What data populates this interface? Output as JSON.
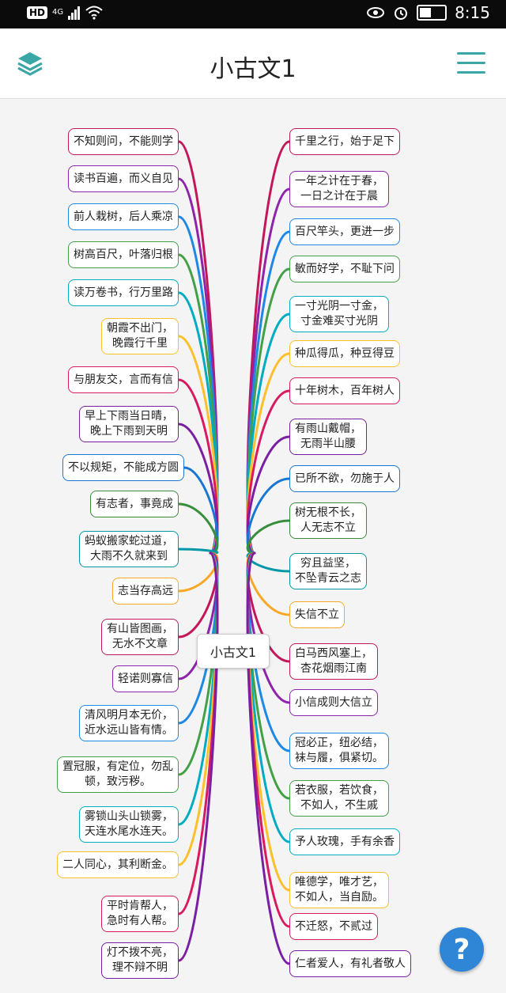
{
  "status_bar": {
    "hd": "HD",
    "network": "4G",
    "time": "8:15"
  },
  "header": {
    "title": "小古文1"
  },
  "mindmap": {
    "center": "小古文1",
    "left": [
      {
        "lines": [
          "不知则问，不能则学"
        ],
        "color": "#c2185b"
      },
      {
        "lines": [
          "读书百遍，而义自见"
        ],
        "color": "#8e24aa"
      },
      {
        "lines": [
          "前人栽树，后人乘凉"
        ],
        "color": "#1e88e5"
      },
      {
        "lines": [
          "树高百尺，叶落归根"
        ],
        "color": "#43a047"
      },
      {
        "lines": [
          "读万卷书，行万里路"
        ],
        "color": "#00acc1"
      },
      {
        "lines": [
          "朝霞不出门，",
          "晚霞行千里"
        ],
        "color": "#fbc02d"
      },
      {
        "lines": [
          "与朋友交，言而有信"
        ],
        "color": "#d81b60"
      },
      {
        "lines": [
          "早上下雨当日晴，",
          "晚上下雨到天明"
        ],
        "color": "#7b1fa2"
      },
      {
        "lines": [
          "不以规矩，不能成方圆"
        ],
        "color": "#1976d2"
      },
      {
        "lines": [
          "有志者，事竟成"
        ],
        "color": "#388e3c"
      },
      {
        "lines": [
          "蚂蚁搬家蛇过道，",
          "大雨不久就来到"
        ],
        "color": "#0097a7"
      },
      {
        "lines": [
          "志当存高远"
        ],
        "color": "#f9a825"
      },
      {
        "lines": [
          "有山皆图画，",
          "无水不文章"
        ],
        "color": "#c2185b"
      },
      {
        "lines": [
          "轻诺则寡信"
        ],
        "color": "#8e24aa"
      },
      {
        "lines": [
          "清风明月本无价，",
          "近水远山皆有情。"
        ],
        "color": "#1e88e5"
      },
      {
        "lines": [
          "置冠服，有定位，勿乱",
          "顿，致污秽。"
        ],
        "color": "#43a047"
      },
      {
        "lines": [
          "雾锁山头山锁雾，",
          "天连水尾水连天。"
        ],
        "color": "#00acc1"
      },
      {
        "lines": [
          "二人同心，其利断金。"
        ],
        "color": "#fbc02d"
      },
      {
        "lines": [
          "平时肯帮人，",
          "急时有人帮。"
        ],
        "color": "#d81b60"
      },
      {
        "lines": [
          "灯不拨不亮，",
          "理不辩不明"
        ],
        "color": "#7b1fa2"
      }
    ],
    "right": [
      {
        "lines": [
          "千里之行，始于足下"
        ],
        "color": "#c2185b"
      },
      {
        "lines": [
          "一年之计在于春，",
          "一日之计在于晨"
        ],
        "color": "#8e24aa"
      },
      {
        "lines": [
          "百尺竿头，更进一步"
        ],
        "color": "#1e88e5"
      },
      {
        "lines": [
          "敏而好学，不耻下问"
        ],
        "color": "#43a047"
      },
      {
        "lines": [
          "一寸光阴一寸金，",
          "寸金难买寸光阴"
        ],
        "color": "#00acc1"
      },
      {
        "lines": [
          "种瓜得瓜，种豆得豆"
        ],
        "color": "#fbc02d"
      },
      {
        "lines": [
          "十年树木，百年树人"
        ],
        "color": "#d81b60"
      },
      {
        "lines": [
          "有雨山戴帽，",
          "无雨半山腰"
        ],
        "color": "#7b1fa2"
      },
      {
        "lines": [
          "已所不欲，勿施于人"
        ],
        "color": "#1976d2"
      },
      {
        "lines": [
          "树无根不长，",
          "人无志不立"
        ],
        "color": "#388e3c"
      },
      {
        "lines": [
          "穷且益坚，",
          "不坠青云之志"
        ],
        "color": "#0097a7"
      },
      {
        "lines": [
          "失信不立"
        ],
        "color": "#f9a825"
      },
      {
        "lines": [
          "白马西风塞上，",
          "杏花烟雨江南"
        ],
        "color": "#c2185b"
      },
      {
        "lines": [
          "小信成则大信立"
        ],
        "color": "#8e24aa"
      },
      {
        "lines": [
          "冠必正，纽必结，",
          "袜与履，俱紧切。"
        ],
        "color": "#1e88e5"
      },
      {
        "lines": [
          "若衣服，若饮食，",
          "不如人，不生戚"
        ],
        "color": "#43a047"
      },
      {
        "lines": [
          "予人玫瑰，手有余香"
        ],
        "color": "#00acc1"
      },
      {
        "lines": [
          "唯德学，唯才艺，",
          "不如人，当自励。"
        ],
        "color": "#fbc02d"
      },
      {
        "lines": [
          "不迁怒，不贰过"
        ],
        "color": "#d81b60"
      },
      {
        "lines": [
          "仁者爱人，有礼者敬人"
        ],
        "color": "#7b1fa2"
      }
    ]
  },
  "help_button": {
    "label": "?"
  }
}
